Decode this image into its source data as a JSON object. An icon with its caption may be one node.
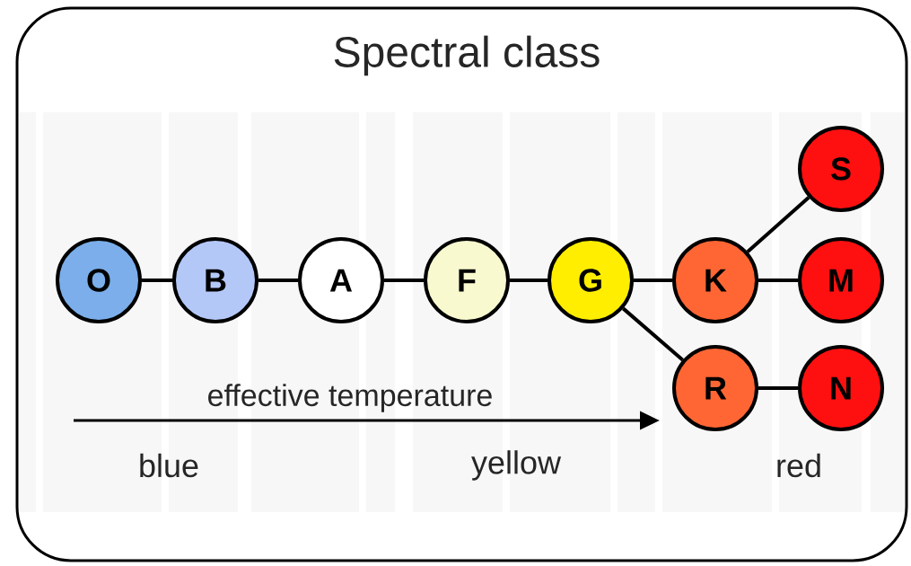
{
  "diagram": {
    "title": "Spectral class",
    "nodes": [
      {
        "text": [
          "O"
        ]
      },
      {
        "text": [
          "B"
        ]
      },
      {
        "text": [
          "A"
        ]
      },
      {
        "text": [
          "F"
        ]
      },
      {
        "text": [
          "G"
        ]
      },
      {
        "text": [
          "K"
        ]
      },
      {
        "text": [
          "S"
        ]
      },
      {
        "text": [
          "M"
        ]
      },
      {
        "text": [
          "R"
        ]
      },
      {
        "text": [
          "N"
        ]
      }
    ],
    "edges": [
      {
        "from": 0,
        "to": 1,
        "arrow": "none"
      },
      {
        "from": 1,
        "to": 2,
        "arrow": "none"
      },
      {
        "from": 2,
        "to": 3,
        "arrow": "none"
      },
      {
        "from": 3,
        "to": 4,
        "arrow": "none"
      },
      {
        "from": 4,
        "to": 5,
        "arrow": "none"
      },
      {
        "from": 5,
        "to": 6,
        "arrow": "none"
      },
      {
        "from": 5,
        "to": 7,
        "arrow": "none"
      },
      {
        "from": 4,
        "to": 8,
        "arrow": "none"
      },
      {
        "from": 8,
        "to": 9,
        "arrow": "none"
      }
    ],
    "labels": [
      "effective temperature",
      "blue",
      "yellow",
      "red"
    ]
  }
}
